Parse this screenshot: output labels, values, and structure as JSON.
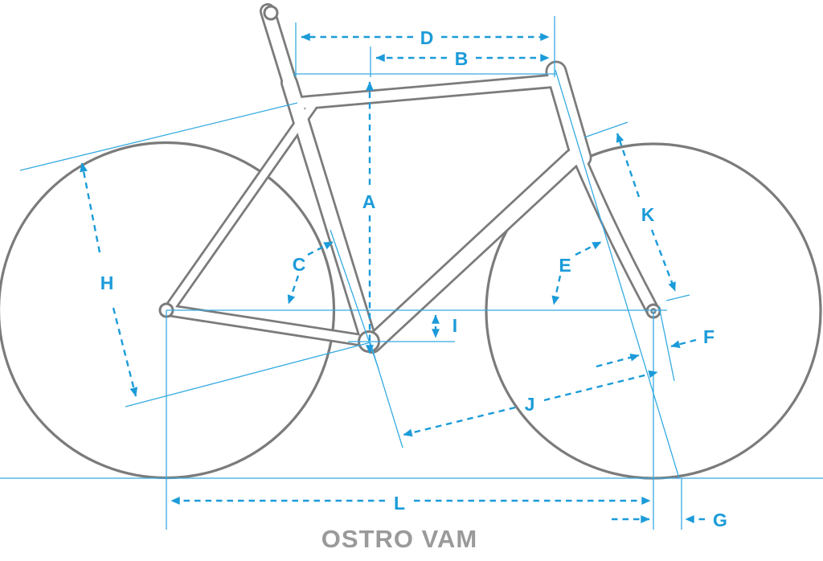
{
  "diagram": {
    "title": "OSTRO VAM",
    "type": "bicycle-geometry-diagram",
    "dimension_labels_in_reading_order": [
      "D",
      "B",
      "A",
      "H",
      "C",
      "K",
      "E",
      "I",
      "F",
      "J",
      "L",
      "G"
    ]
  },
  "labels": {
    "A": "A",
    "B": "B",
    "C": "C",
    "D": "D",
    "E": "E",
    "F": "F",
    "G": "G",
    "H": "H",
    "I": "I",
    "J": "J",
    "K": "K",
    "L": "L"
  },
  "colors": {
    "dimension_blue": "#1b9bd9",
    "guide_blue": "#35abe2",
    "frame_gray": "#7b7b7b",
    "title_gray": "#9a9a9a",
    "background": "#ffffff"
  }
}
